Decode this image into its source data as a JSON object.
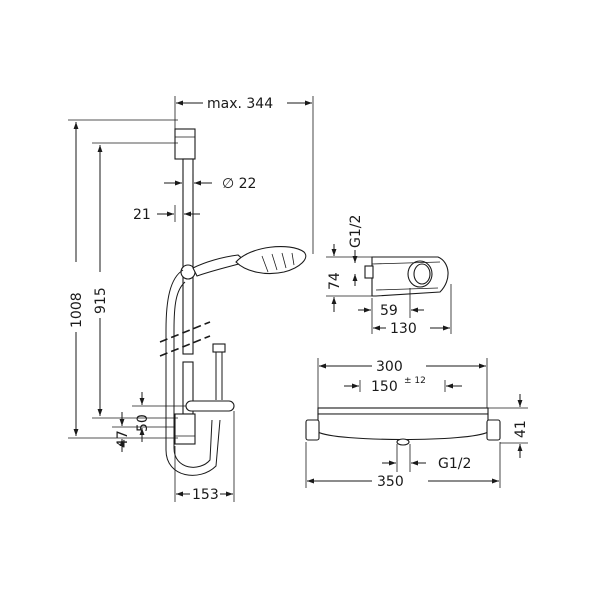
{
  "dimensions": {
    "max_reach": "max.  344",
    "diameter": "∅  22",
    "wall_offset": "21",
    "total_height": "1008",
    "rail_height": "915",
    "bottom_offset": "47",
    "holder_offset": "50",
    "base_width": "153",
    "connection_top": "G1/2",
    "connection_height": "74",
    "depth_short": "59",
    "depth_long": "130",
    "thermostat_width": "300",
    "thermostat_center": "150",
    "thermostat_tolerance": "± 12",
    "thermostat_height": "41",
    "connection_bottom": "G1/2",
    "overall_width": "350"
  }
}
